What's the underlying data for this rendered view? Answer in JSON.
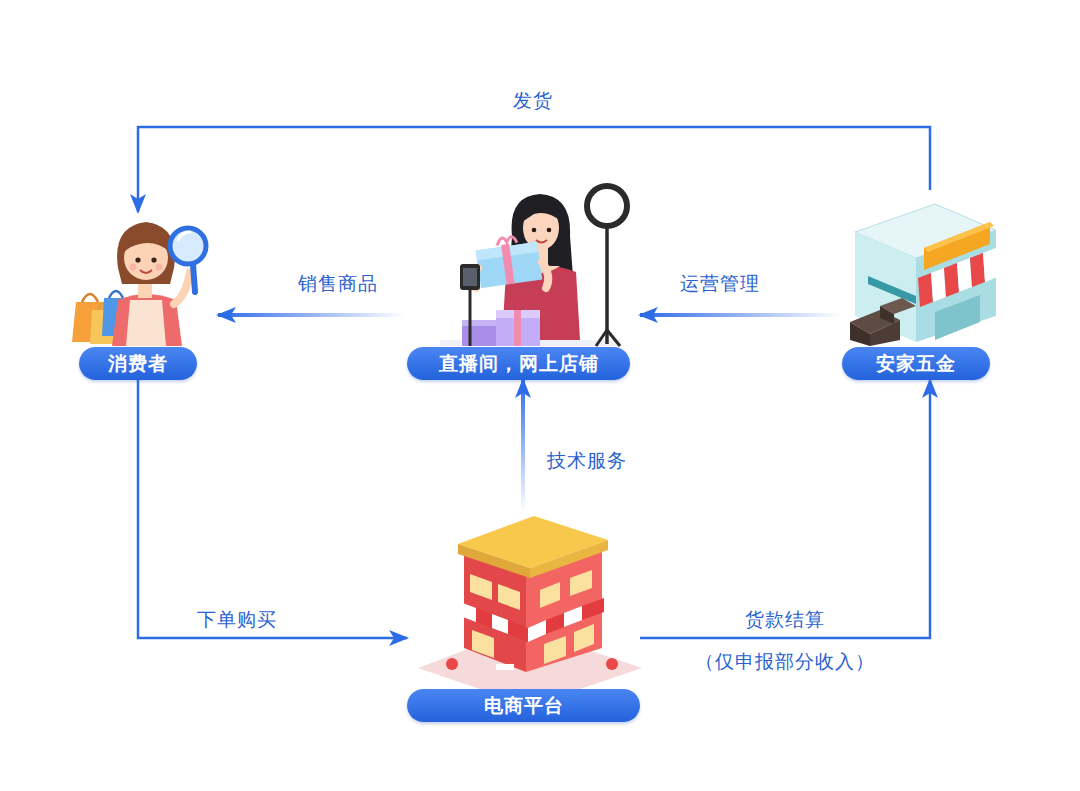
{
  "diagram": {
    "nodes": [
      {
        "text": [
          "消费者"
        ]
      },
      {
        "text": [
          "直播间，网上店铺"
        ]
      },
      {
        "text": [
          "安家五金"
        ]
      },
      {
        "text": [
          "电商平台"
        ]
      }
    ],
    "edges": [
      {
        "from": 2,
        "to": 0,
        "label": "发货",
        "arrow": "to"
      },
      {
        "from": 1,
        "to": 0,
        "label": "销售商品",
        "arrow": "to"
      },
      {
        "from": 2,
        "to": 1,
        "label": "运营管理",
        "arrow": "to"
      },
      {
        "from": 3,
        "to": 1,
        "label": "技术服务",
        "arrow": "to"
      },
      {
        "from": 0,
        "to": 3,
        "label": "下单购买",
        "arrow": "to"
      },
      {
        "from": 3,
        "to": 2,
        "label": "货款结算",
        "arrow": "to"
      }
    ],
    "labels": [
      "（仅申报部分收入）"
    ]
  }
}
